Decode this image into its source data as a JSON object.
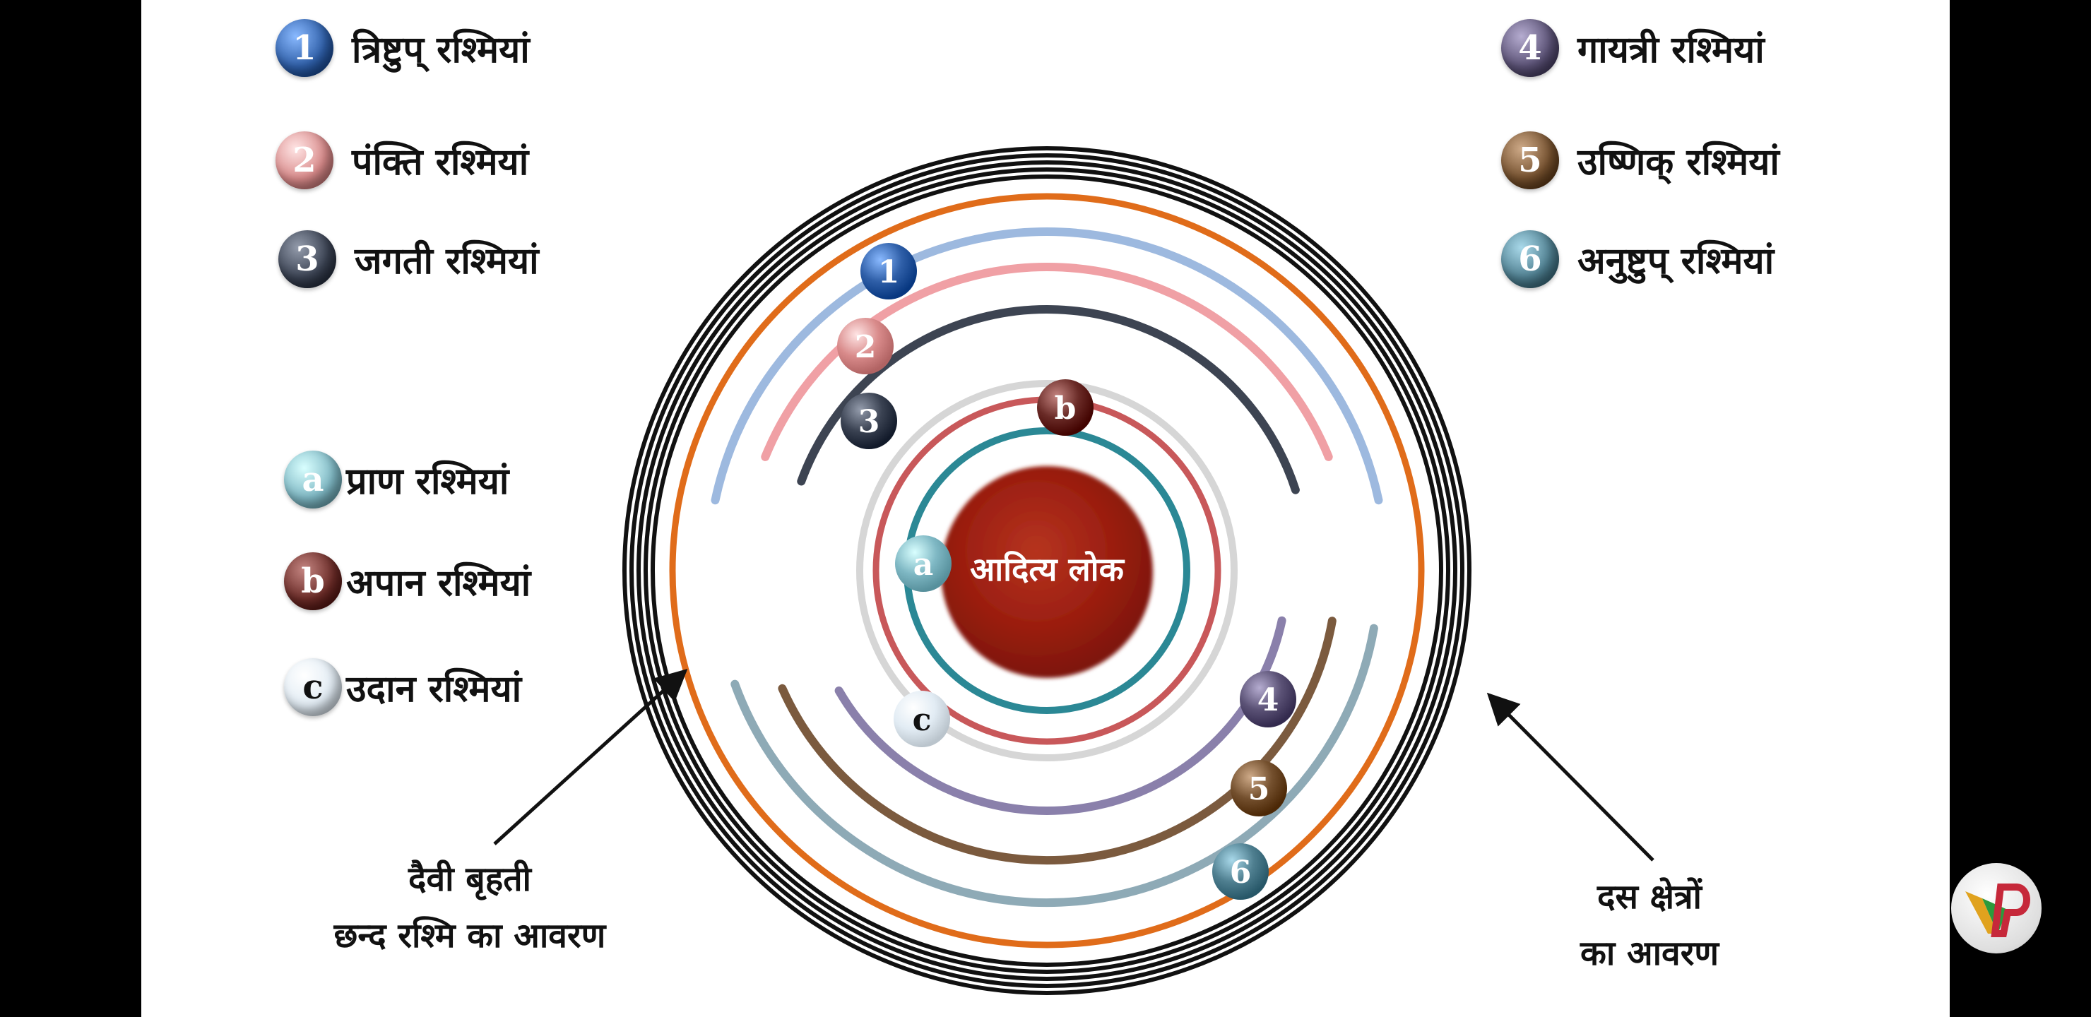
{
  "legend_top_left": [
    {
      "marker": "1",
      "label": "त्रिष्टुप् रश्मियां",
      "color": "#2f5fa8"
    },
    {
      "marker": "2",
      "label": "पंक्ति रश्मियां",
      "color": "#d98b8b"
    },
    {
      "marker": "3",
      "label": "जगती रश्मियां",
      "color": "#3a4252"
    }
  ],
  "legend_top_right": [
    {
      "marker": "4",
      "label": "गायत्री रश्मियां",
      "color": "#5b5276"
    },
    {
      "marker": "5",
      "label": "उष्णिक् रश्मियां",
      "color": "#74502e"
    },
    {
      "marker": "6",
      "label": "अनुष्टुप् रश्मियां",
      "color": "#4f7f90"
    }
  ],
  "legend_mid_left": [
    {
      "marker": "a",
      "label": "प्राण रश्मियां",
      "color": "#7fb8c4"
    },
    {
      "marker": "b",
      "label": "अपान रश्मियां",
      "color": "#6a2b27"
    },
    {
      "marker": "c",
      "label": "उदान रश्मियां",
      "color": "#e2ecf4"
    }
  ],
  "center_label": "आदित्य लोक",
  "caption_left": {
    "line1": "दैवी बृहती",
    "line2": "छन्द रश्मि का आवरण"
  },
  "caption_right": {
    "line1": "दस क्षेत्रों",
    "line2": "का आवरण"
  },
  "colors": {
    "sun": "#9b1e10",
    "orange_ring": "#e06c1a",
    "arc1": "#9db9df",
    "arc2": "#f0a0a5",
    "arc3": "#3d4452",
    "arc4": "#8a80ab",
    "arc5": "#7b5a3e",
    "arc6": "#8eaab6",
    "ring_a": "#2b8895",
    "ring_b": "#c8585a",
    "ring_c": "#d6d6d6"
  }
}
